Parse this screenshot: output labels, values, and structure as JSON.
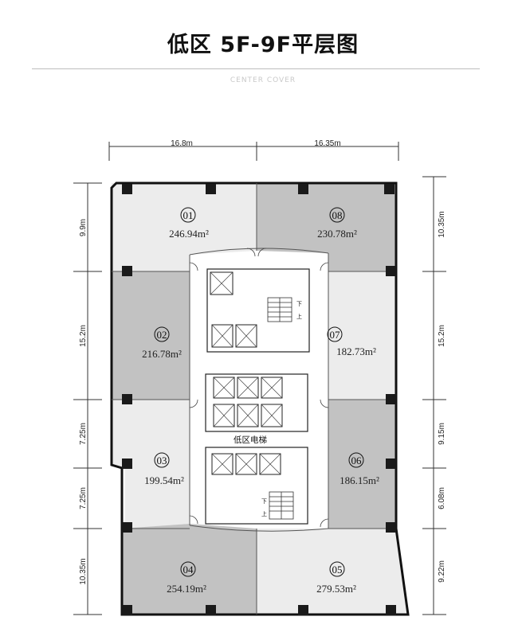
{
  "header": {
    "title": "低区 5F-9F平层图",
    "subtitle": "CENTER COVER"
  },
  "dimensions": {
    "top": [
      "16.8m",
      "16.35m"
    ],
    "left": [
      "9.9m",
      "15.2m",
      "7.25m",
      "7.25m",
      "10.35m"
    ],
    "right": [
      "10.35m",
      "15.2m",
      "9.15m",
      "6.08m",
      "9.22m"
    ]
  },
  "units": [
    {
      "no": "01",
      "area": "246.94m²",
      "fill": "#ececec"
    },
    {
      "no": "08",
      "area": "230.78m²",
      "fill": "#c2c2c2"
    },
    {
      "no": "02",
      "area": "216.78m²",
      "fill": "#c2c2c2"
    },
    {
      "no": "07",
      "area": "182.73m²",
      "fill": "#ececec"
    },
    {
      "no": "03",
      "area": "199.54m²",
      "fill": "#ececec"
    },
    {
      "no": "06",
      "area": "186.15m²",
      "fill": "#c2c2c2"
    },
    {
      "no": "04",
      "area": "254.19m²",
      "fill": "#c2c2c2"
    },
    {
      "no": "05",
      "area": "279.53m²",
      "fill": "#ececec"
    }
  ],
  "core": {
    "elevator_label": "低区电梯",
    "stair_up": "上",
    "stair_down": "下"
  }
}
